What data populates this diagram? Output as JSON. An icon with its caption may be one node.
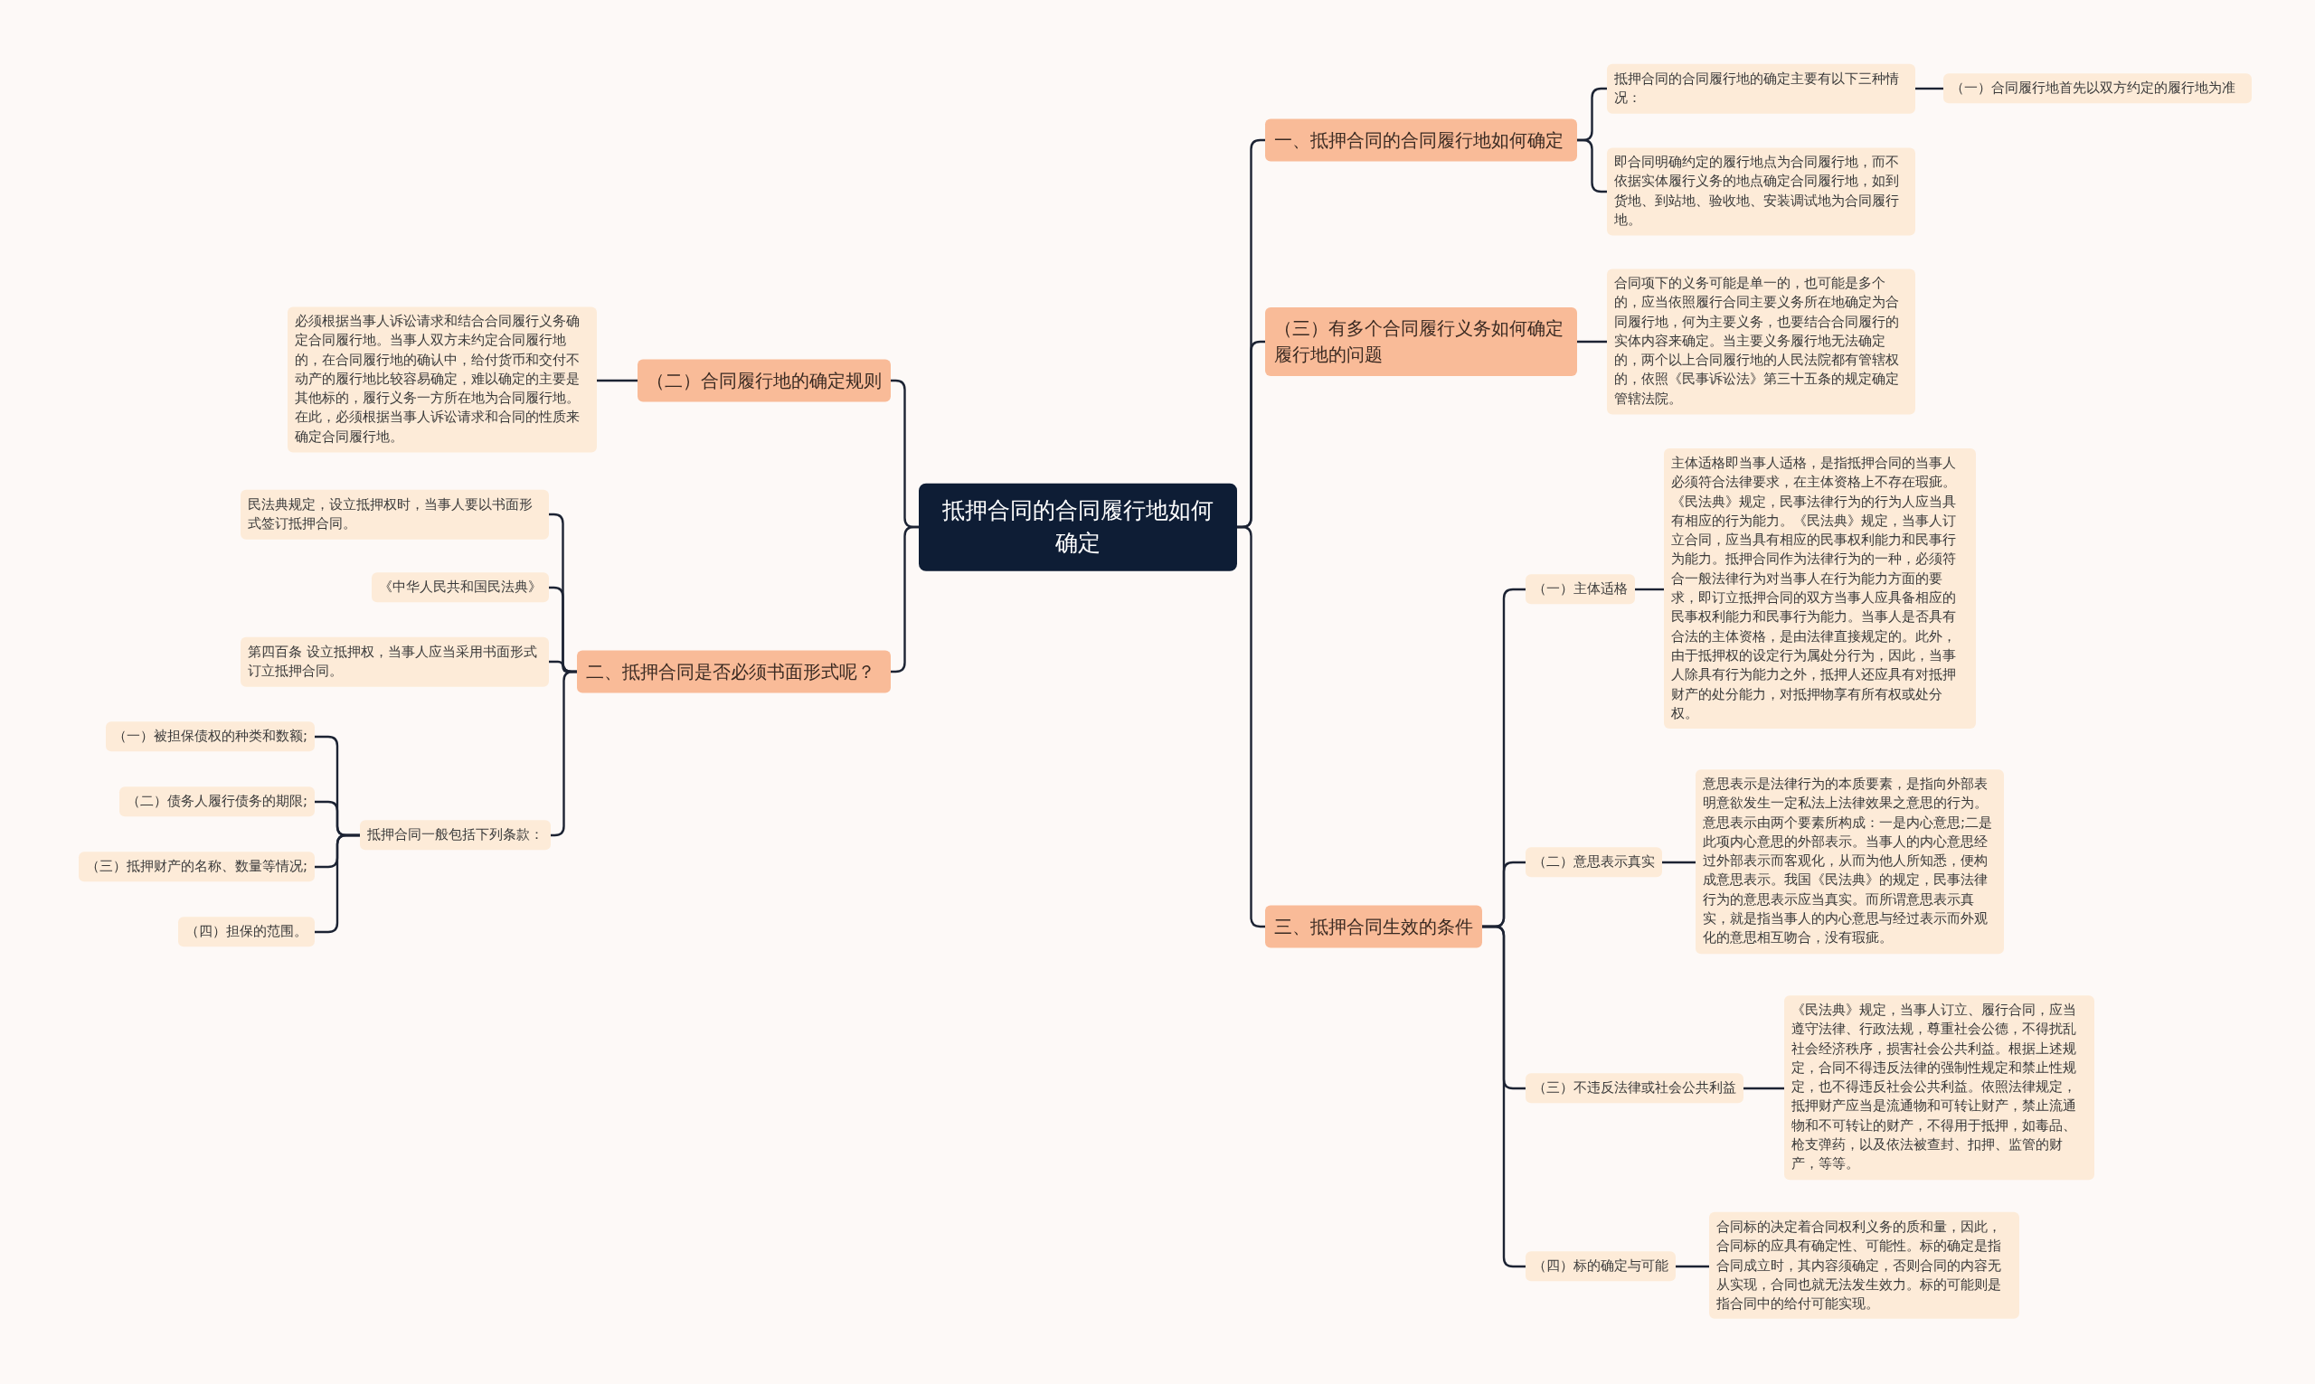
{
  "diagram": {
    "nodes": [
      {
        "text": [
          "抵押合同的合同履行地如何确定"
        ]
      },
      {
        "text": [
          "一、抵押合同的合同履行地如何确定"
        ]
      },
      {
        "text": [
          "抵押合同的合同履行地的确定主要有以下三种情况："
        ]
      },
      {
        "text": [
          "（一）合同履行地首先以双方约定的履行地为准"
        ]
      },
      {
        "text": [
          "即合同明确约定的履行地点为合同履行地，而不依据实体履行义务的地点确定合同履行地，如到货地、到站地、验收地、安装调试地为合同履行地。"
        ]
      },
      {
        "text": [
          "（三）有多个合同履行义务如何确定履行地的问题"
        ]
      },
      {
        "text": [
          "合同项下的义务可能是单一的，也可能是多个的，应当依照履行合同主要义务所在地确定为合同履行地，何为主要义务，也要结合合同履行的实体内容来确定。当主要义务履行地无法确定的，两个以上合同履行地的人民法院都有管辖权的，依照《民事诉讼法》第三十五条的规定确定管辖法院。"
        ]
      },
      {
        "text": [
          "三、抵押合同生效的条件"
        ]
      },
      {
        "text": [
          "（一）主体适格"
        ]
      },
      {
        "text": [
          "主体适格即当事人适格，是指抵押合同的当事人必须符合法律要求，在主体资格上不存在瑕疵。《民法典》规定，民事法律行为的行为人应当具有相应的行为能力。《民法典》规定，当事人订立合同，应当具有相应的民事权利能力和民事行为能力。抵押合同作为法律行为的一种，必须符合一般法律行为对当事人在行为能力方面的要求，即订立抵押合同的双方当事人应具备相应的民事权利能力和民事行为能力。当事人是否具有合法的主体资格，是由法律直接规定的。此外，由于抵押权的设定行为属处分行为，因此，当事人除具有行为能力之外，抵押人还应具有对抵押财产的处分能力，对抵押物享有所有权或处分权。"
        ]
      },
      {
        "text": [
          "（二）意思表示真实"
        ]
      },
      {
        "text": [
          "意思表示是法律行为的本质要素，是指向外部表明意欲发生一定私法上法律效果之意思的行为。意思表示由两个要素所构成：一是内心意思;二是此项内心意思的外部表示。当事人的内心意思经过外部表示而客观化，从而为他人所知悉，便构成意思表示。我国《民法典》的规定，民事法律行为的意思表示应当真实。而所谓意思表示真实，就是指当事人的内心意思与经过表示而外观化的意思相互吻合，没有瑕疵。"
        ]
      },
      {
        "text": [
          "（三）不违反法律或社会公共利益"
        ]
      },
      {
        "text": [
          "《民法典》规定，当事人订立、履行合同，应当遵守法律、行政法规，尊重社会公德，不得扰乱社会经济秩序，损害社会公共利益。根据上述规定，合同不得违反法律的强制性规定和禁止性规定，也不得违反社会公共利益。依照法律规定，抵押财产应当是流通物和可转让财产，禁止流通物和不可转让的财产，不得用于抵押，如毒品、枪支弹药，以及依法被查封、扣押、监管的财产，等等。"
        ]
      },
      {
        "text": [
          "（四）标的确定与可能"
        ]
      },
      {
        "text": [
          "合同标的决定着合同权利义务的质和量，因此，合同标的应具有确定性、可能性。标的确定是指合同成立时，其内容须确定，否则合同的内容无从实现，合同也就无法发生效力。标的可能则是指合同中的给付可能实现。"
        ]
      },
      {
        "text": [
          "（二）合同履行地的确定规则"
        ]
      },
      {
        "text": [
          "必须根据当事人诉讼请求和结合合同履行义务确定合同履行地。当事人双方未约定合同履行地的，在合同履行地的确认中，给付货币和交付不动产的履行地比较容易确定，难以确定的主要是其他标的，履行义务一方所在地为合同履行地。在此，必须根据当事人诉讼请求和合同的性质来确定合同履行地。"
        ]
      },
      {
        "text": [
          "二、抵押合同是否必须书面形式呢？"
        ]
      },
      {
        "text": [
          "民法典规定，设立抵押权时，当事人要以书面形式签订抵押合同。"
        ]
      },
      {
        "text": [
          "《中华人民共和国民法典》"
        ]
      },
      {
        "text": [
          "第四百条 设立抵押权，当事人应当采用书面形式订立抵押合同。"
        ]
      },
      {
        "text": [
          "抵押合同一般包括下列条款："
        ]
      },
      {
        "text": [
          "（一）被担保债权的种类和数额;"
        ]
      },
      {
        "text": [
          "（二）债务人履行债务的期限;"
        ]
      },
      {
        "text": [
          "（三）抵押财产的名称、数量等情况;"
        ]
      },
      {
        "text": [
          "（四）担保的范围。"
        ]
      }
    ],
    "edges": [
      {
        "from": 0,
        "to": 1,
        "arrow": "none"
      },
      {
        "from": 1,
        "to": 2,
        "arrow": "none"
      },
      {
        "from": 2,
        "to": 3,
        "arrow": "none"
      },
      {
        "from": 1,
        "to": 4,
        "arrow": "none"
      },
      {
        "from": 0,
        "to": 5,
        "arrow": "none"
      },
      {
        "from": 5,
        "to": 6,
        "arrow": "none"
      },
      {
        "from": 0,
        "to": 7,
        "arrow": "none"
      },
      {
        "from": 7,
        "to": 8,
        "arrow": "none"
      },
      {
        "from": 8,
        "to": 9,
        "arrow": "none"
      },
      {
        "from": 7,
        "to": 10,
        "arrow": "none"
      },
      {
        "from": 10,
        "to": 11,
        "arrow": "none"
      },
      {
        "from": 7,
        "to": 12,
        "arrow": "none"
      },
      {
        "from": 12,
        "to": 13,
        "arrow": "none"
      },
      {
        "from": 7,
        "to": 14,
        "arrow": "none"
      },
      {
        "from": 14,
        "to": 15,
        "arrow": "none"
      },
      {
        "from": 0,
        "to": 16,
        "arrow": "none"
      },
      {
        "from": 16,
        "to": 17,
        "arrow": "none"
      },
      {
        "from": 0,
        "to": 18,
        "arrow": "none"
      },
      {
        "from": 18,
        "to": 19,
        "arrow": "none"
      },
      {
        "from": 18,
        "to": 20,
        "arrow": "none"
      },
      {
        "from": 18,
        "to": 21,
        "arrow": "none"
      },
      {
        "from": 18,
        "to": 22,
        "arrow": "none"
      },
      {
        "from": 22,
        "to": 23,
        "arrow": "none"
      },
      {
        "from": 22,
        "to": 24,
        "arrow": "none"
      },
      {
        "from": 22,
        "to": 25,
        "arrow": "none"
      },
      {
        "from": 22,
        "to": 26,
        "arrow": "none"
      }
    ]
  }
}
